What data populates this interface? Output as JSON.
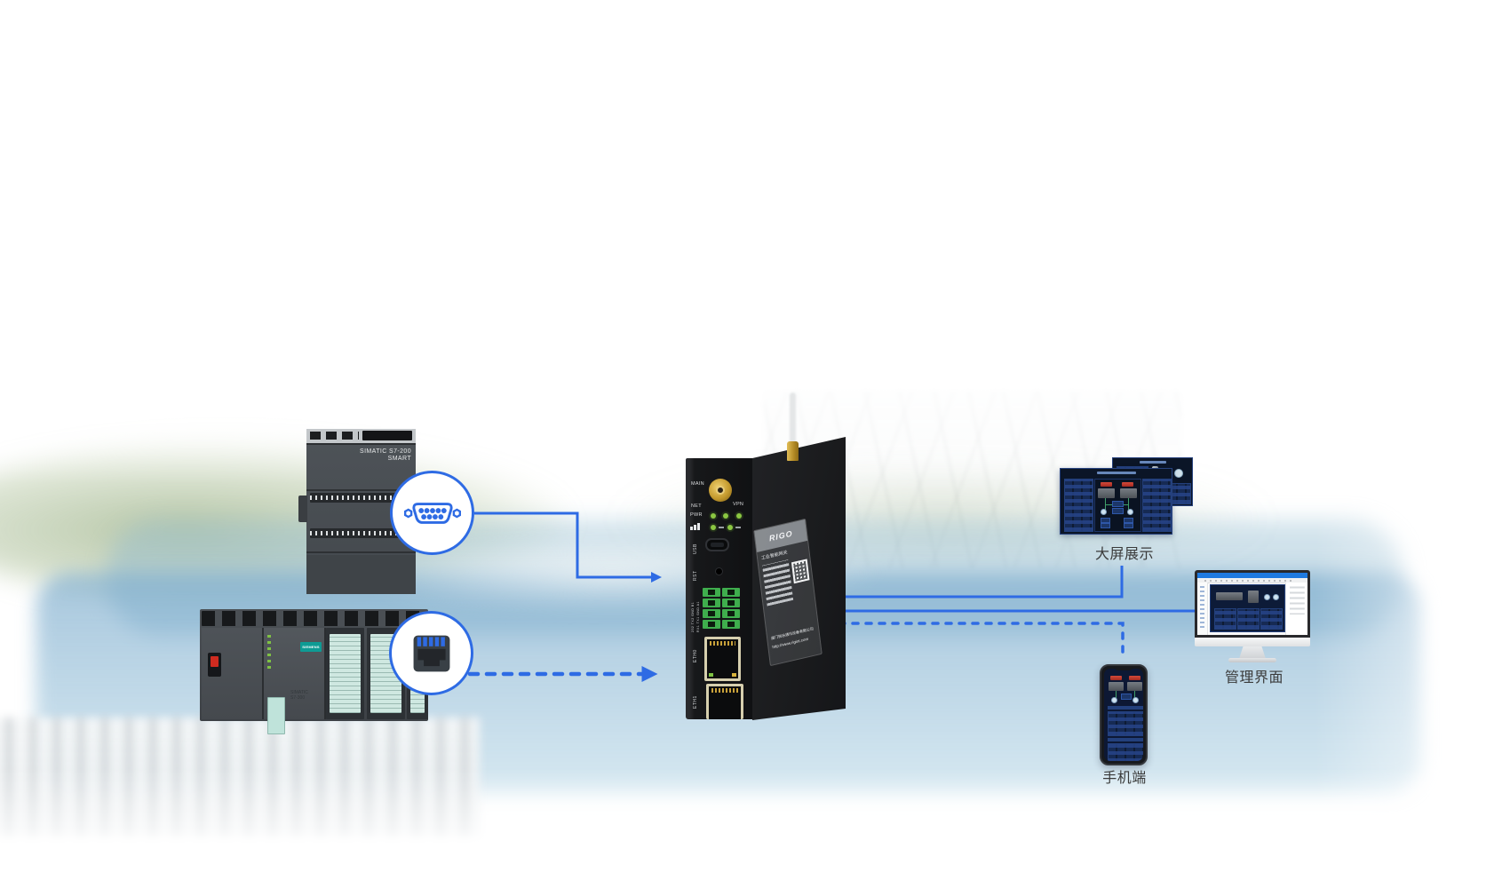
{
  "page": {
    "accent": "#2e6be4",
    "background": "#ffffff"
  },
  "labels": {
    "screen_wall": "大屏展示",
    "admin_ui": "管理界面",
    "mobile": "手机端"
  },
  "plc_smart": {
    "title_line1": "SIMATIC S7-200",
    "title_line2": "SMART"
  },
  "plc_s7300": {
    "brand": "SIEMENS",
    "model_line1": "SIMATIC",
    "model_line2": "S7-300"
  },
  "gateway": {
    "led_labels": {
      "main": "MAIN",
      "net": "NET",
      "vpn": "VPN",
      "pwr": "PWR"
    },
    "port_labels": {
      "usb": "USB",
      "rst": "RST",
      "eth0": "ETH0",
      "eth1": "ETH1"
    },
    "serial_labels": {
      "col1": "232 TX2 GND B1",
      "col2": "RX1 TX1 GND A1"
    },
    "sticker": {
      "brand": "RIGO",
      "product": "工业智能网关",
      "company": "厦门锐谷通讯设备有限公司",
      "url": "http://www.rigiot.com"
    }
  },
  "icons": {
    "serial": "db9-serial-connector",
    "ethernet": "rj45-ethernet-connector"
  }
}
